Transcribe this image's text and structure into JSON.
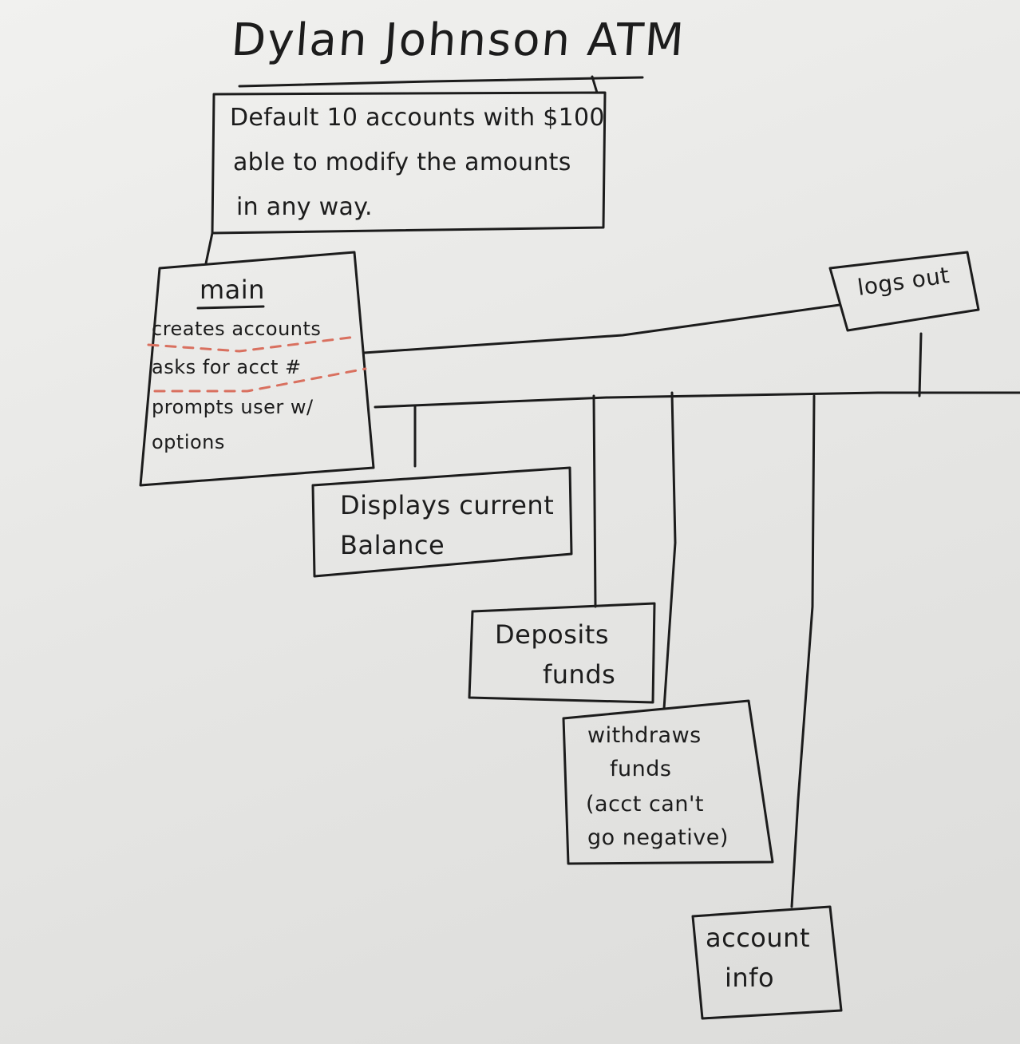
{
  "diagram": {
    "title": "Dylan Johnson ATM",
    "note": {
      "lines": [
        "Default 10 accounts with $100",
        "able to modify the amounts",
        "in any way."
      ]
    },
    "main": {
      "title": "main",
      "lines": [
        "creates accounts",
        "asks for acct #",
        "prompts user w/",
        "options"
      ]
    },
    "logout": {
      "label": "logs out"
    },
    "display_balance": {
      "lines": [
        "Displays current",
        "Balance"
      ]
    },
    "deposit": {
      "lines": [
        "Deposits",
        "funds"
      ]
    },
    "withdraw": {
      "lines": [
        "withdraws",
        "funds",
        "(acct can't",
        "go negative)"
      ]
    },
    "account_info": {
      "lines": [
        "account",
        "info"
      ]
    },
    "colors": {
      "marker": "#1c1c1c",
      "dash_red": "#d9705f",
      "board": "#e9e9e7"
    }
  }
}
